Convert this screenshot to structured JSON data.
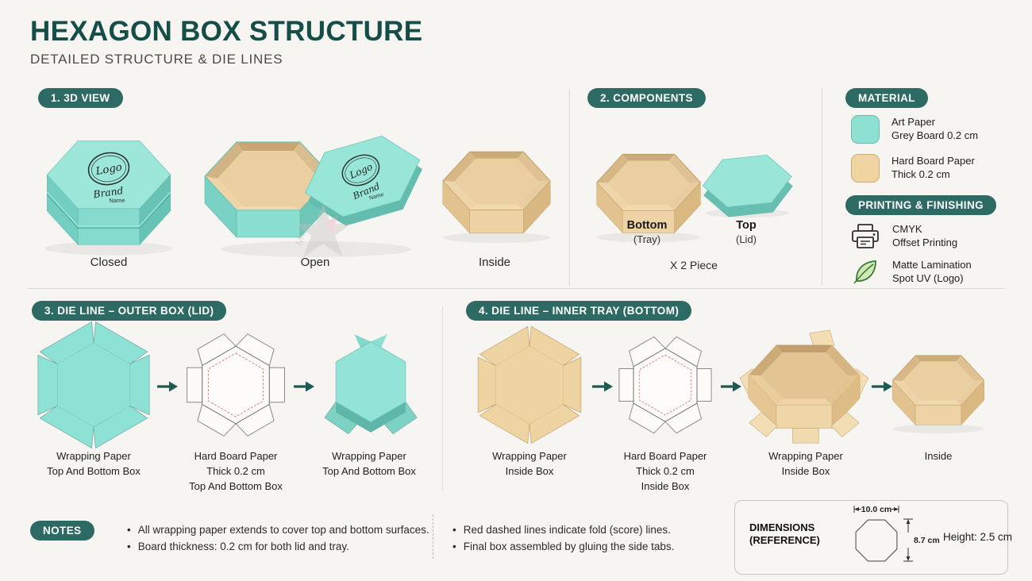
{
  "header": {
    "title": "HEXAGON BOX STRUCTURE",
    "subtitle": "DETAILED STRUCTURE & DIE LINES"
  },
  "view3d": {
    "badge": "1. 3D VIEW",
    "labels": [
      "Closed",
      "Open",
      "Inside"
    ]
  },
  "logo": {
    "stamp": "Logo",
    "brand": "Brand",
    "name": "Name"
  },
  "components": {
    "badge": "2. COMPONENTS",
    "bottom_name": "Bottom",
    "bottom_sub": "(Tray)",
    "top_name": "Top",
    "top_sub": "(Lid)",
    "count": "X 2 Piece"
  },
  "material": {
    "badge": "MATERIAL",
    "items": [
      {
        "line1": "Art Paper",
        "line2": "Grey Board 0.2 cm"
      },
      {
        "line1": "Hard Board Paper",
        "line2": "Thick 0.2 cm"
      }
    ]
  },
  "printing": {
    "badge": "PRINTING & FINISHING",
    "items": [
      {
        "line1": "CMYK",
        "line2": "Offset Printing",
        "icon": "printer-icon"
      },
      {
        "line1": "Matte Lamination",
        "line2": "Spot UV (Logo)",
        "icon": "leaf-icon"
      }
    ]
  },
  "dieline_outer": {
    "badge": "3. DIE LINE – OUTER BOX (LID)",
    "steps": [
      {
        "l1": "Wrapping Paper",
        "l2": "Top And Bottom Box",
        "l3": ""
      },
      {
        "l1": "Hard Board Paper",
        "l2": "Thick 0.2 cm",
        "l3": "Top And Bottom Box"
      },
      {
        "l1": "Wrapping Paper",
        "l2": "Top And Bottom Box",
        "l3": ""
      }
    ]
  },
  "dieline_inner": {
    "badge": "4. DIE LINE – INNER TRAY (BOTTOM)",
    "steps": [
      {
        "l1": "Wrapping Paper",
        "l2": "Inside Box",
        "l3": ""
      },
      {
        "l1": "Hard Board Paper",
        "l2": "Thick 0.2 cm",
        "l3": "Inside Box"
      },
      {
        "l1": "Wrapping Paper",
        "l2": "Inside Box",
        "l3": ""
      },
      {
        "l1": "Inside",
        "l2": "",
        "l3": ""
      }
    ]
  },
  "notes": {
    "badge": "NOTES",
    "col1": [
      "All wrapping paper extends to cover top and bottom surfaces.",
      "Board thickness: 0.2 cm for both lid and tray."
    ],
    "col2": [
      "Red dashed lines indicate fold (score) lines.",
      "Final box assembled by gluing the side tabs."
    ]
  },
  "dimensions": {
    "title": "DIMENSIONS",
    "subtitle": "(REFERENCE)",
    "width_label": "10.0 cm",
    "depth_label": "8.7 cm",
    "height_label": "Height: 2.5 cm"
  },
  "colors": {
    "accent_dark": "#2E6A64",
    "teal": "#8EE2D5",
    "tan": "#EFD4A3",
    "fold_red": "#E4574D"
  }
}
